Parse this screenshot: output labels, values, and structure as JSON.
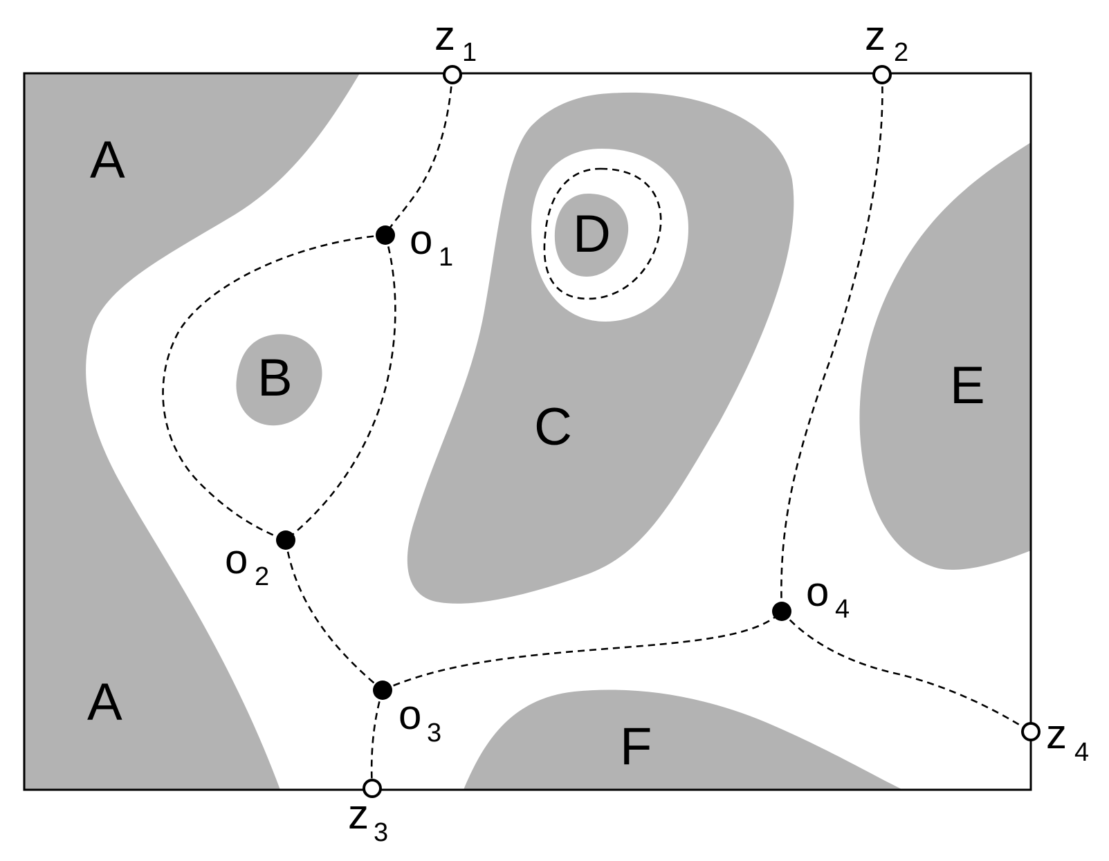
{
  "regions": [
    "A",
    "A",
    "B",
    "C",
    "D",
    "E",
    "F"
  ],
  "open_points": [
    {
      "sym": "z",
      "sub": "1"
    },
    {
      "sym": "z",
      "sub": "2"
    },
    {
      "sym": "z",
      "sub": "3"
    },
    {
      "sym": "z",
      "sub": "4"
    }
  ],
  "filled_points": [
    {
      "sym": "o",
      "sub": "1"
    },
    {
      "sym": "o",
      "sub": "2"
    },
    {
      "sym": "o",
      "sub": "3"
    },
    {
      "sym": "o",
      "sub": "4"
    }
  ],
  "colors": {
    "region": "#b3b3b3",
    "background": "#ffffff",
    "line": "#000000"
  }
}
